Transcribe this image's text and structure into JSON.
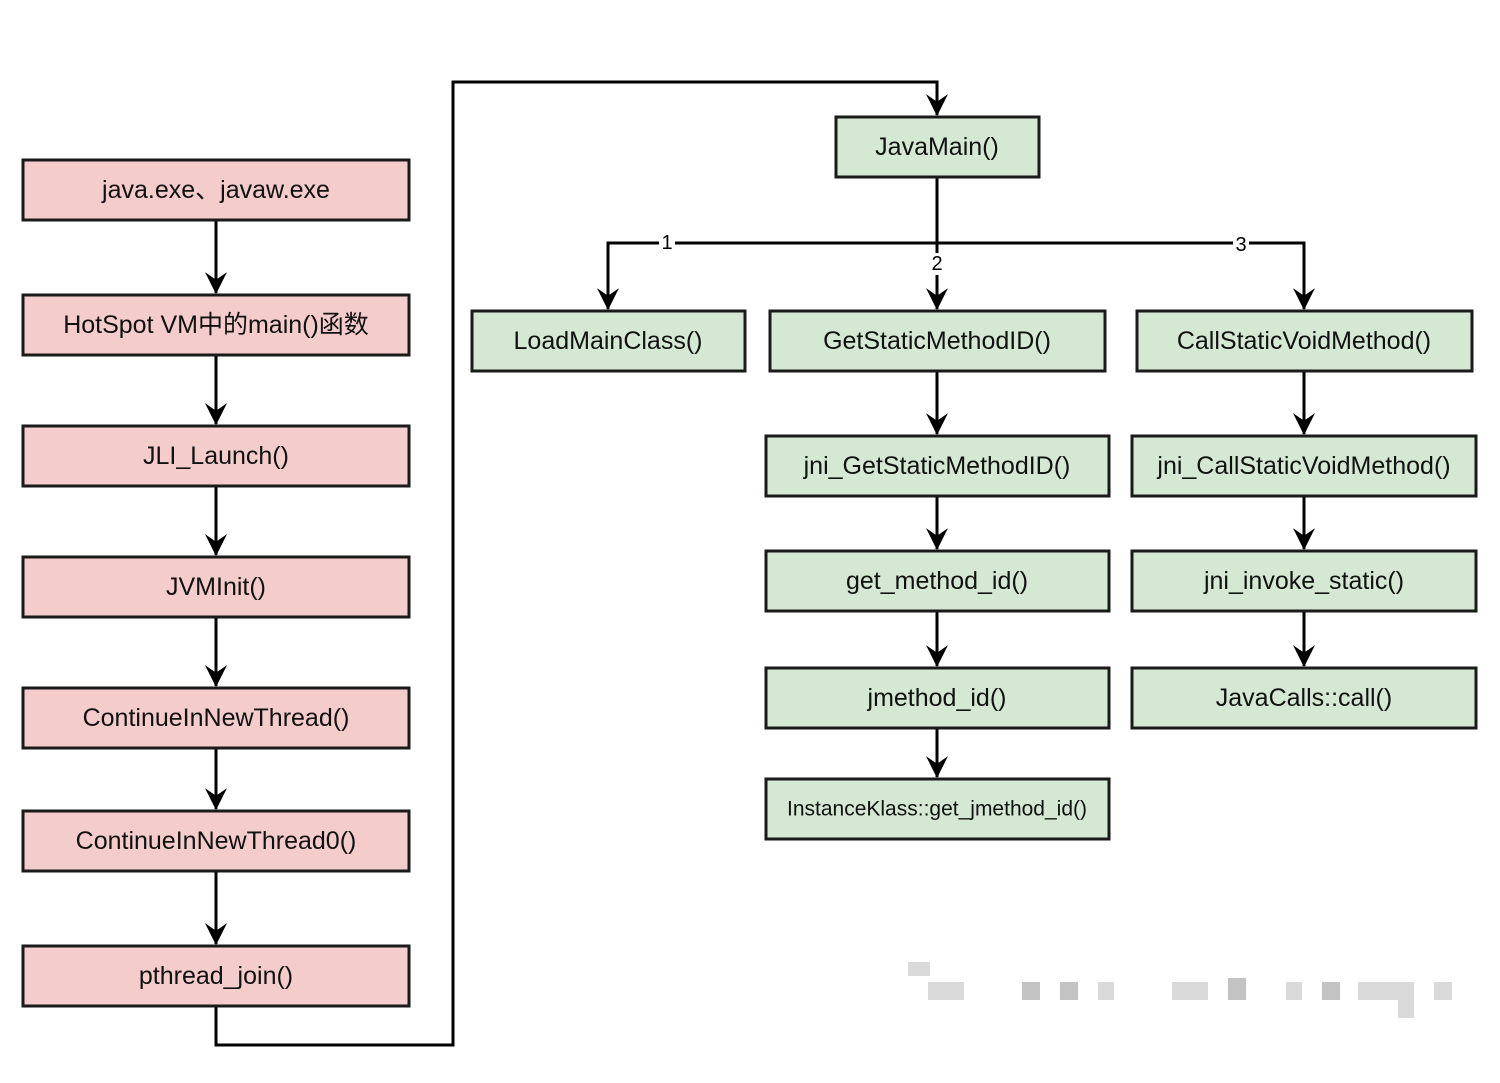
{
  "nodes": {
    "java_exe": "java.exe、javaw.exe",
    "hotspot_main": "HotSpot VM中的main()函数",
    "jli_launch": "JLI_Launch()",
    "jvminit": "JVMInit()",
    "continue_in_new_thread": "ContinueInNewThread()",
    "continue_in_new_thread0": "ContinueInNewThread0()",
    "pthread_join": "pthread_join()",
    "java_main": "JavaMain()",
    "load_main_class": "LoadMainClass()",
    "get_static_method_id": "GetStaticMethodID()",
    "call_static_void_method": "CallStaticVoidMethod()",
    "jni_get_static_method_id": "jni_GetStaticMethodID()",
    "jni_call_static_void_method": "jni_CallStaticVoidMethod()",
    "get_method_id": "get_method_id()",
    "jni_invoke_static": "jni_invoke_static()",
    "jmethod_id": "jmethod_id()",
    "java_calls_call": "JavaCalls::call()",
    "instance_klass_get_jmethod_id": "InstanceKlass::get_jmethod_id()"
  },
  "edge_labels": {
    "branch_1": "1",
    "branch_2": "2",
    "branch_3": "3"
  },
  "colors": {
    "left_column_fill": "#f5cccc",
    "right_tree_fill": "#d5e8d4",
    "stroke": "#1a1a1a"
  }
}
